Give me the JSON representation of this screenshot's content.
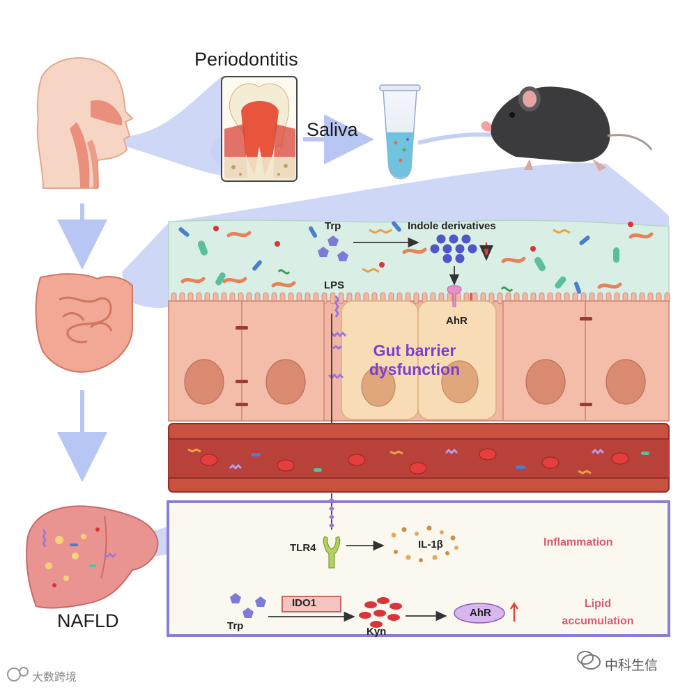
{
  "top": {
    "periodontitis": "Periodontitis",
    "saliva": "Saliva"
  },
  "gut": {
    "trp": "Trp",
    "indole": "Indole derivatives",
    "lps": "LPS",
    "ahr": "AhR",
    "barrier": "Gut barrier dysfunction"
  },
  "liver": {
    "tlr4": "TLR4",
    "il1b": "IL-1β",
    "inflammation": "Inflammation",
    "ido1": "IDO1",
    "trp": "Trp",
    "kyn": "Kyn",
    "ahr": "AhR",
    "lipid": "Lipid accumulation",
    "nafld": "NAFLD"
  },
  "watermarks": {
    "right": "中科生信",
    "left": "大数跨境"
  },
  "colors": {
    "lumen": "#d9efe6",
    "cell": "#f1b7a4",
    "cell_goblet": "#f7dcb6",
    "vessel": "#c8513f",
    "panel_border": "#8a7fd6",
    "panel_bg": "#fbf8f0",
    "flow": "#b7c6f2",
    "accent_red": "#e0453c",
    "purple_text": "#7b3fd3",
    "pink_text": "#d95a6e"
  }
}
